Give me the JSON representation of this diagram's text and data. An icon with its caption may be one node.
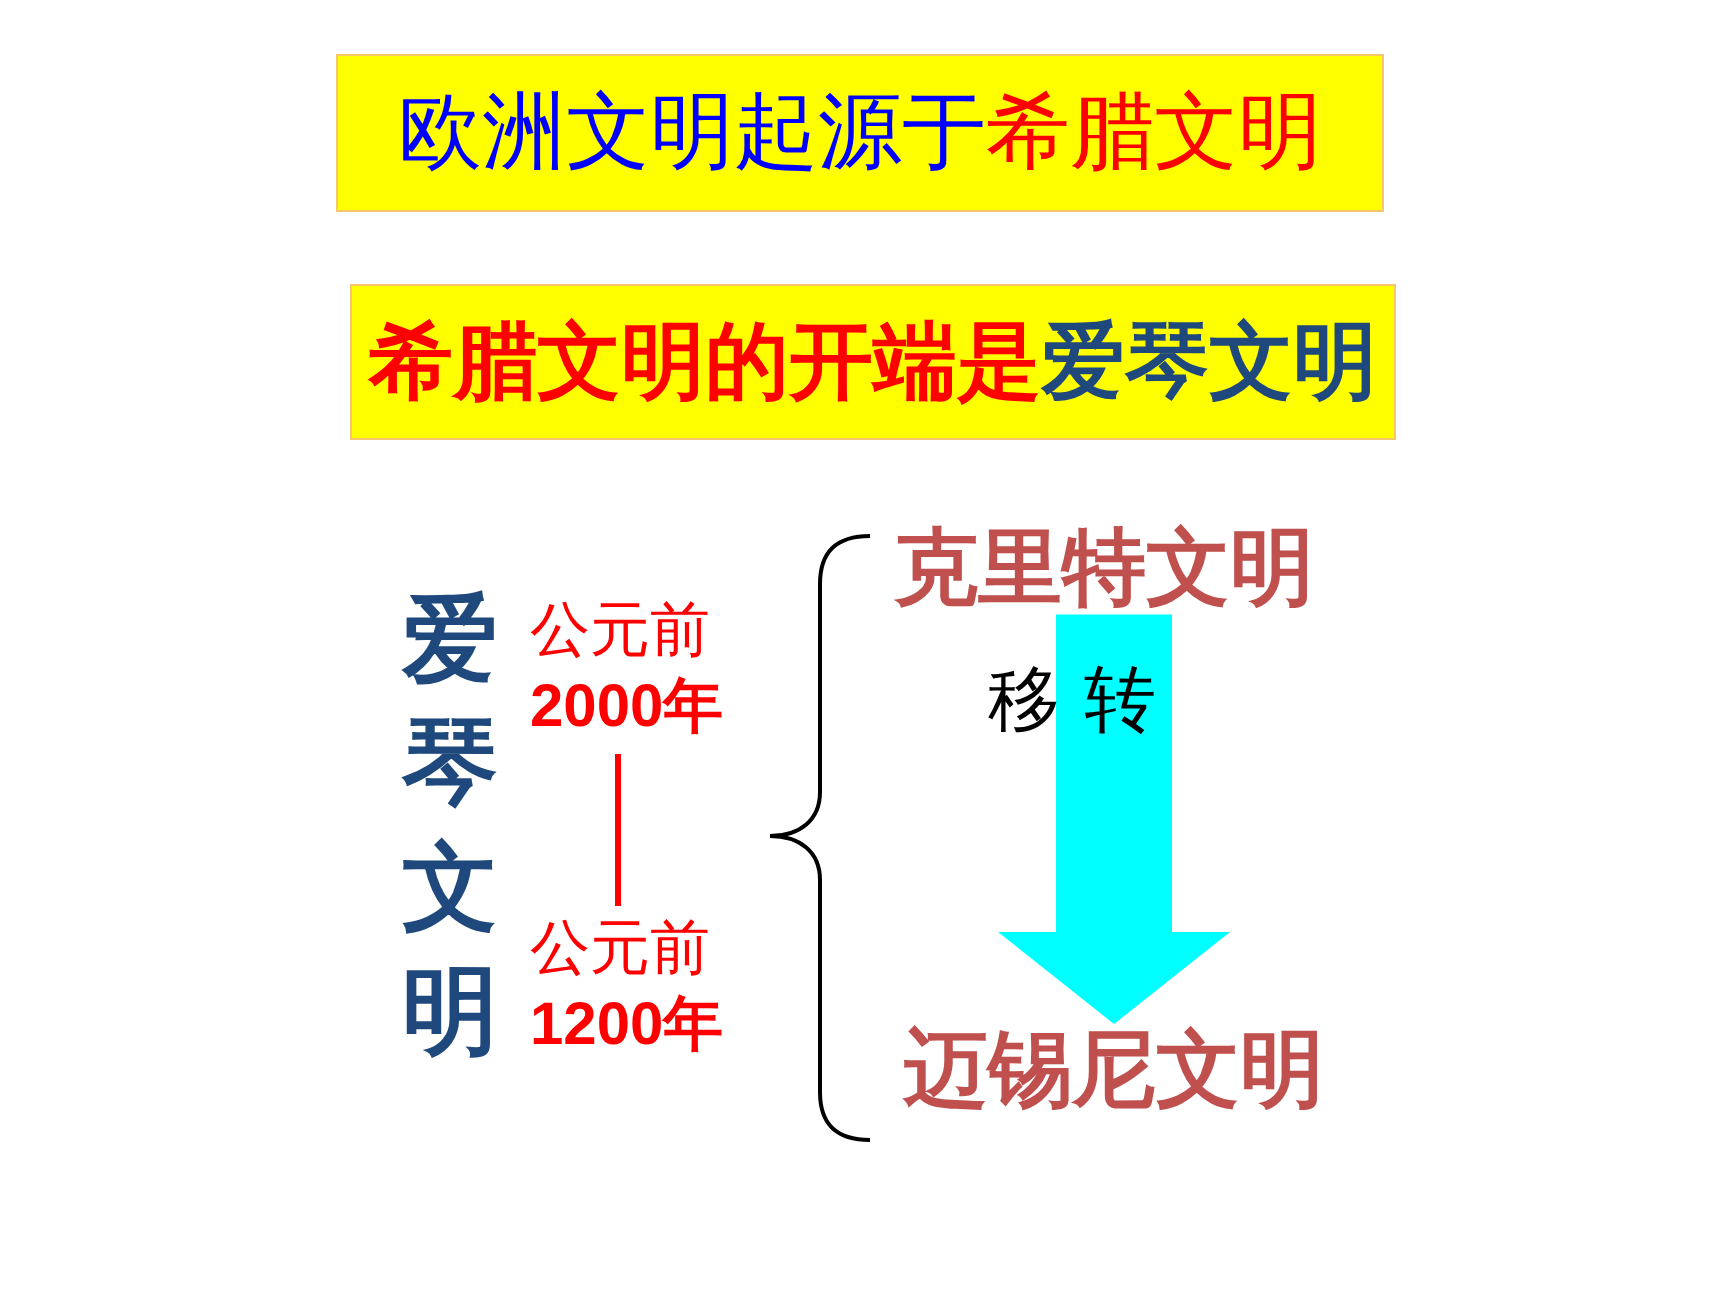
{
  "diagram": {
    "nodes": [
      {
        "text": [
          "欧洲文明起源于",
          "希腊文明"
        ]
      },
      {
        "text": [
          "希腊文明的开端是",
          "爱琴文明"
        ]
      },
      {
        "text": [
          "克里特文明"
        ]
      },
      {
        "text": [
          "迈锡尼文明"
        ]
      }
    ],
    "edges": [
      {
        "from": 2,
        "to": 3,
        "arrow": "to",
        "label": "移转",
        "color": "#00ffff"
      }
    ],
    "labels": [
      "爱琴文明",
      "公元前**2000年**",
      "公元前**1200年**"
    ]
  }
}
